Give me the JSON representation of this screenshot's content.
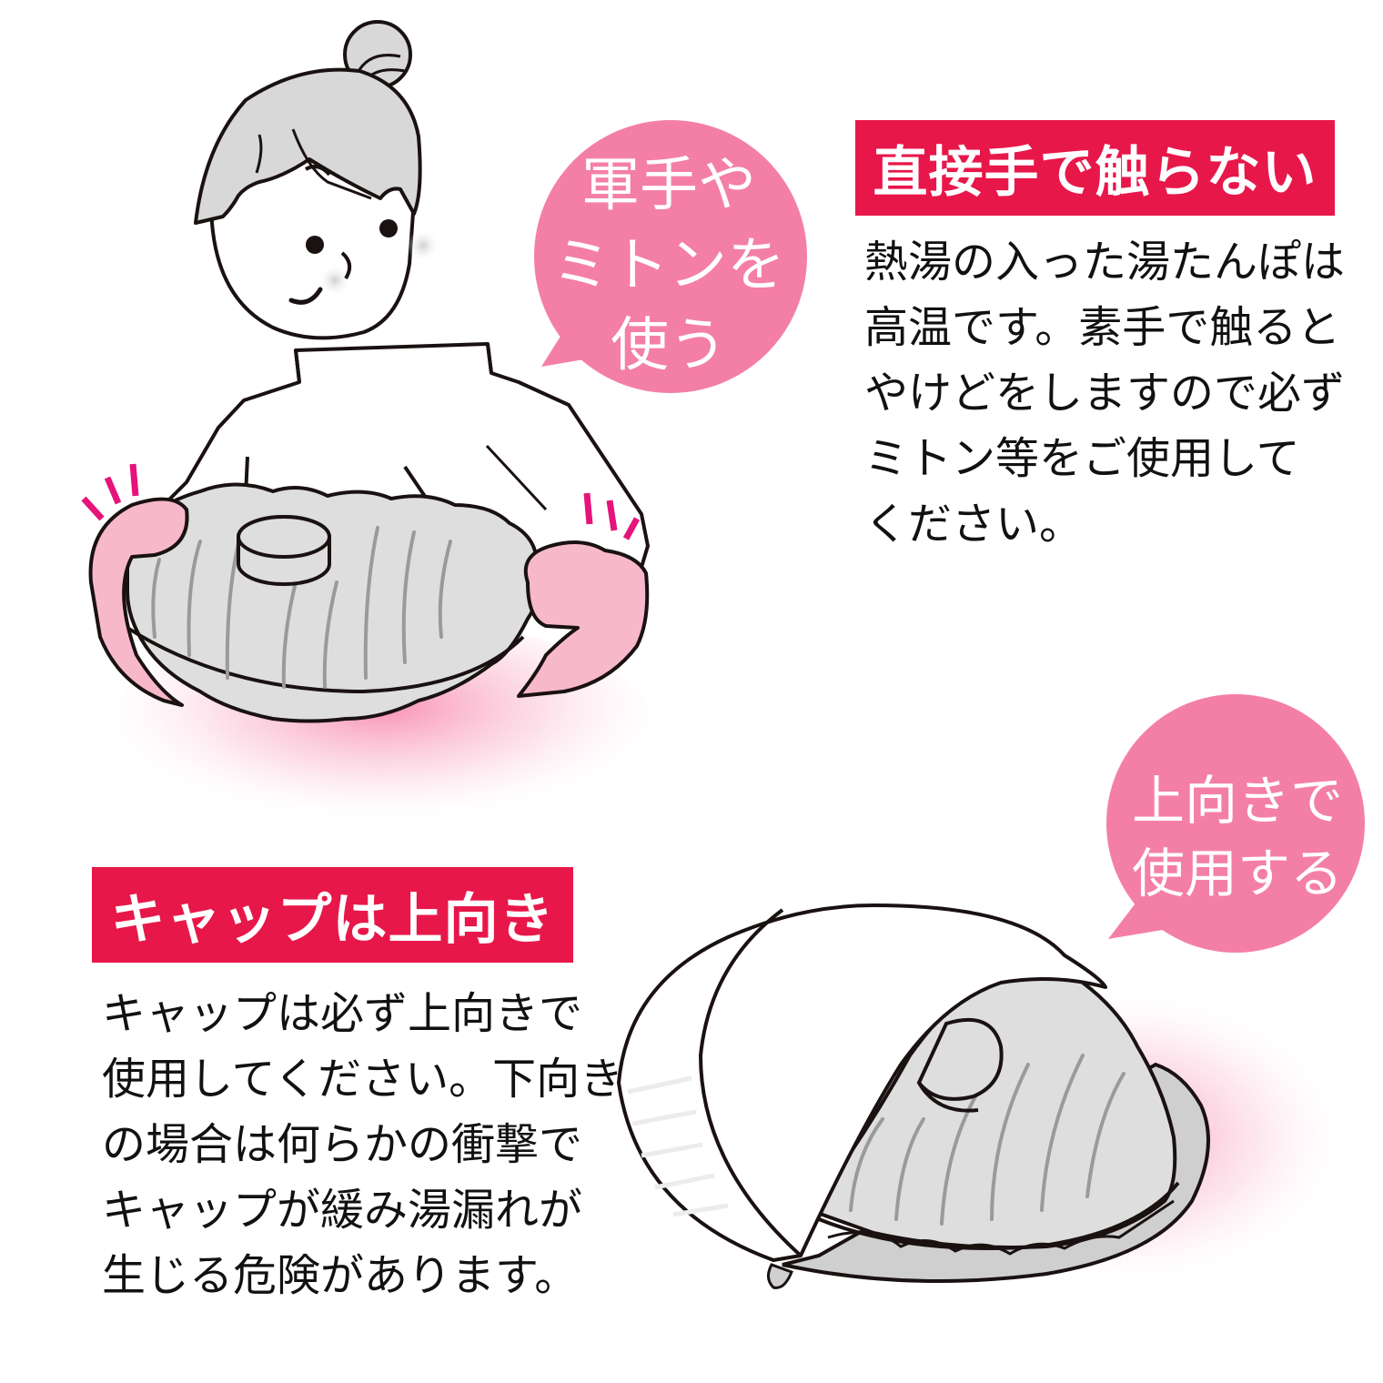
{
  "colors": {
    "banner_red": "#e8174a",
    "bubble_pink": "#f47fa6",
    "mitten_pink": "#f8b8cc",
    "bottle_gray": "#dedede",
    "hair_gray": "#d8d8d8",
    "outline": "#1a1111",
    "glow_pink": "#f76a9a",
    "accent_marks": "#e6147a"
  },
  "section_top": {
    "banner": "直接手で触らない",
    "body_lines": [
      "熱湯の入った湯たんぽは",
      "高温です。素手で触ると",
      "やけどをしますので必ず",
      "ミトン等をご使用して",
      "ください。"
    ],
    "bubble_lines": [
      "軍手や",
      "ミトンを",
      "使う"
    ],
    "illustration": "woman-holding-hot-water-bottle-with-mittens"
  },
  "section_bottom": {
    "banner": "キャップは上向き",
    "body_lines": [
      "キャップは必ず上向きで",
      "使用してください。下向き",
      "の場合は何らかの衝撃で",
      "キャップが緩み湯漏れが",
      "生じる危険があります。"
    ],
    "bubble_lines": [
      "上向きで",
      "使用する"
    ],
    "illustration": "hot-water-bottle-in-cover-cap-up"
  }
}
